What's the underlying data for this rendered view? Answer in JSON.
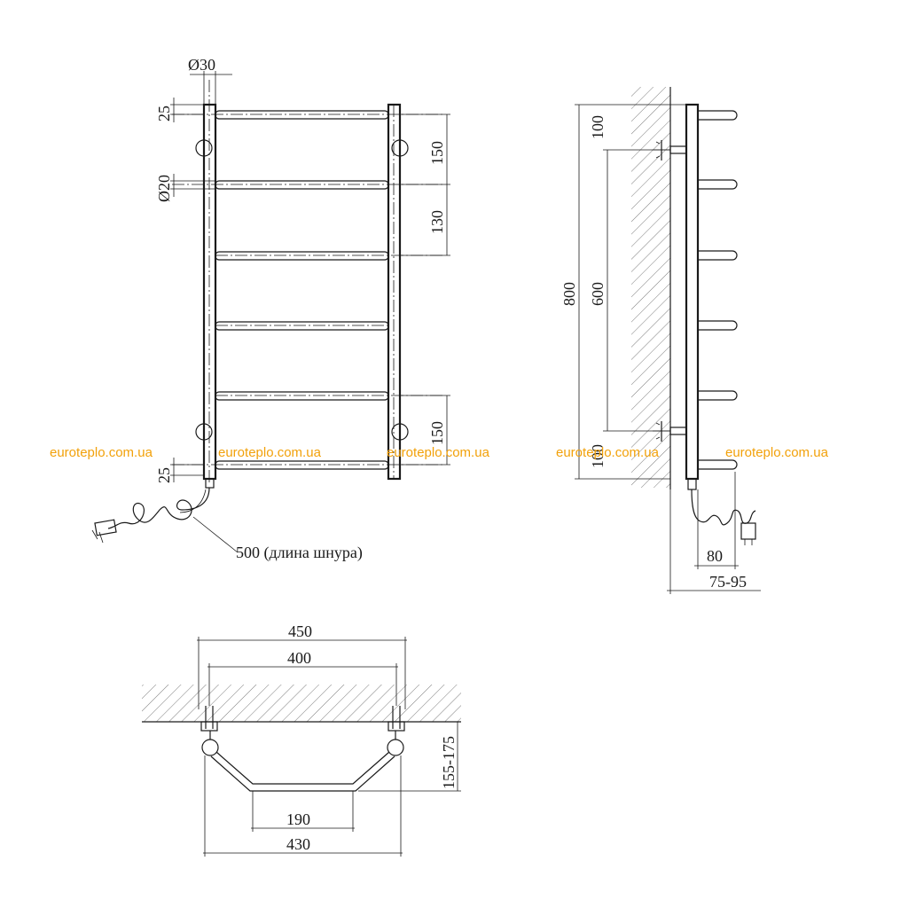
{
  "front_view": {
    "dims": {
      "tube_diameter": "Ø30",
      "top_offset": "25",
      "rung_diameter": "Ø20",
      "bottom_offset": "25",
      "mount_upper": "150",
      "rung_pitch": "130",
      "mount_lower": "150",
      "cord_length": "500 (длина шнура)"
    }
  },
  "side_view": {
    "dims": {
      "total_height": "800",
      "mount_center_distance": "600",
      "top_to_mount": "100",
      "bottom_to_mount": "100",
      "depth_fixed": "80",
      "depth_range": "75-95"
    }
  },
  "top_view": {
    "dims": {
      "outer_width": "450",
      "center_width": "400",
      "wall_offset": "155-175",
      "inner_bottom": "190",
      "mid_width": "430"
    }
  },
  "watermarks": [
    "euroteplo.com.ua",
    "euroteplo.com.ua",
    "euroteplo.com.ua",
    "euroteplo.com.ua",
    "euroteplo.com.ua"
  ],
  "colors": {
    "line": "#1a1a1a",
    "watermark": "#f2a10a"
  }
}
